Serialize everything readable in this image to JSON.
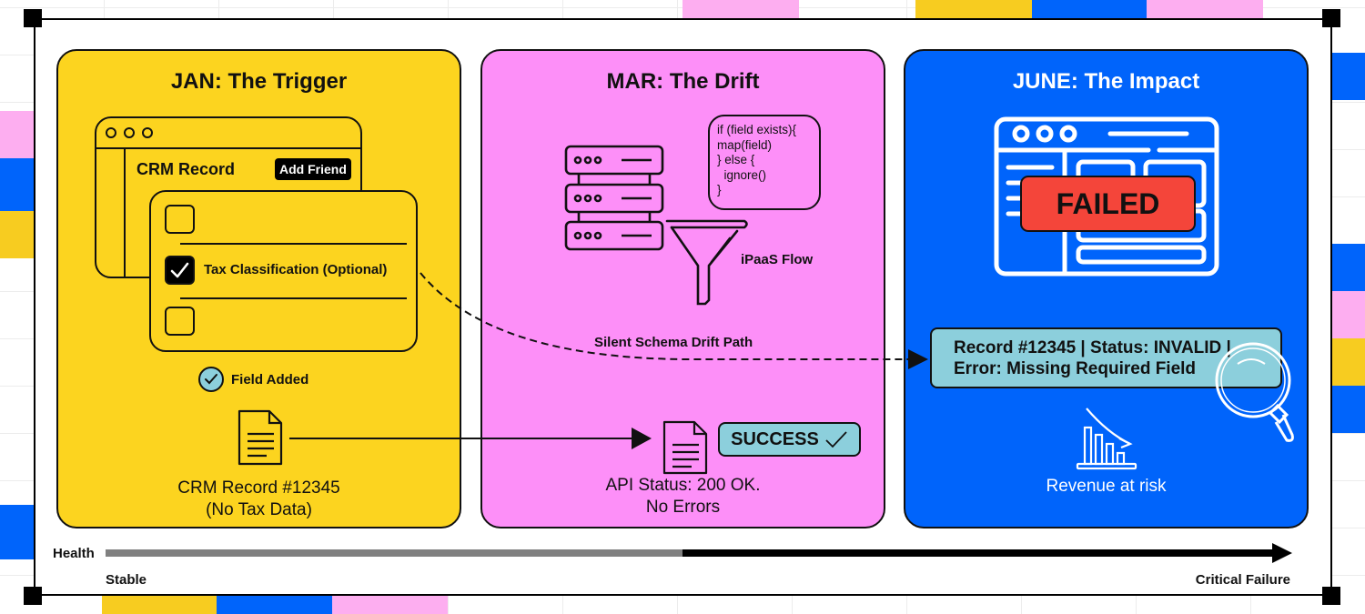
{
  "colors": {
    "yellow": "#fcd41f",
    "pink": "#fd8ff8",
    "blue": "#0064fb",
    "teal": "#8ccfdc",
    "red": "#f4453a",
    "bg_yellow": "#f7cc20",
    "bg_blue": "#0064fb",
    "bg_pink": "#fdaef0"
  },
  "panels": [
    {
      "title": "JAN: The Trigger",
      "window": {
        "title": "CRM Record",
        "button_label": "Add Friend",
        "fields": [
          {
            "label": "",
            "checked": false
          },
          {
            "label": "Tax Classification (Optional)",
            "checked": true
          },
          {
            "label": "",
            "checked": false
          }
        ]
      },
      "status_label": "Field Added",
      "document_caption_line1": "CRM Record #12345",
      "document_caption_line2": "(No Tax Data)"
    },
    {
      "title": "MAR: The Drift",
      "code_snippet": "if (field exists){\nmap(field)\n} else {\n  ignore()\n}",
      "flow_label": "iPaaS Flow",
      "success_badge": "SUCCESS",
      "success_check": "✓",
      "caption_line1": "API Status: 200 OK.",
      "caption_line2": "No Errors"
    },
    {
      "title": "JUNE: The Impact",
      "failed_label": "FAILED",
      "error_line1": "Record #12345 | Status: INVALID |",
      "error_line2": "Error: Missing Required Field",
      "revenue_label": "Revenue at risk"
    }
  ],
  "connectors": {
    "drift_path_label": "Silent Schema Drift Path"
  },
  "timeline": {
    "label": "Health",
    "start_label": "Stable",
    "end_label": "Critical Failure"
  }
}
